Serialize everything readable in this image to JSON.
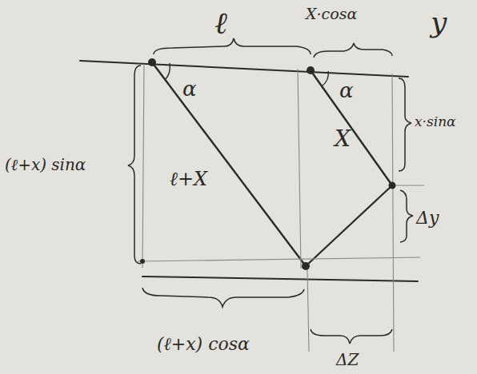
{
  "diagram": {
    "labels": [
      "ℓ",
      "X·cosα",
      "y",
      "α",
      "α",
      "X",
      "x·sinα",
      "(ℓ+x) sinα",
      "ℓ+X",
      "Δy",
      "(ℓ+x) cosα",
      "ΔZ"
    ]
  }
}
